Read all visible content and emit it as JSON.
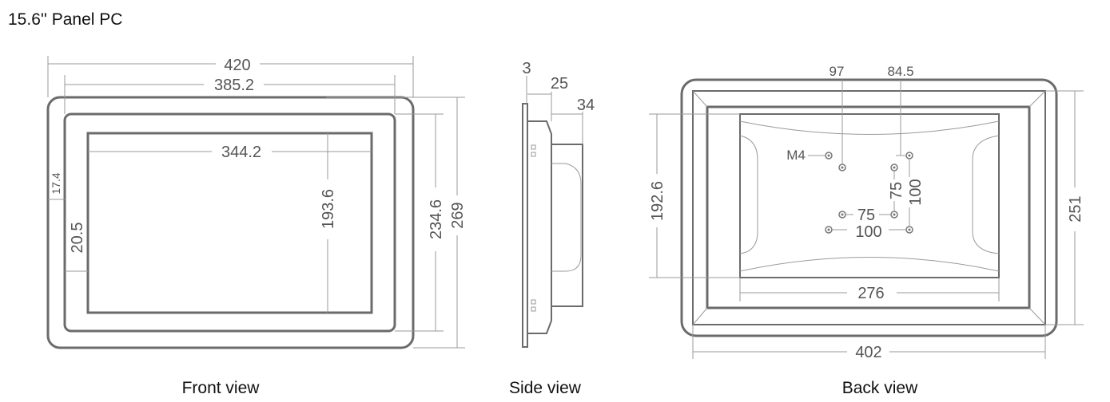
{
  "title": "15.6'' Panel PC",
  "views": {
    "front": {
      "label": "Front view",
      "dims": {
        "outer_width": "420",
        "bezel_width": "385.2",
        "screen_width": "344.2",
        "screen_height": "193.6",
        "bezel_height": "234.6",
        "outer_height": "269",
        "top_margin": "17.4",
        "side_margin": "20.5"
      }
    },
    "side": {
      "label": "Side view",
      "dims": {
        "plate": "3",
        "body": "25",
        "total": "34"
      }
    },
    "back": {
      "label": "Back view",
      "dims": {
        "top_left_offset": "97",
        "top_right_offset": "84.5",
        "screw": "M4",
        "vesa_small_h": "75",
        "vesa_large_h": "100",
        "vesa_small_w": "75",
        "vesa_large_w": "100",
        "panel_height": "192.6",
        "panel_width": "276",
        "frame_width": "402",
        "frame_height": "251"
      }
    }
  }
}
